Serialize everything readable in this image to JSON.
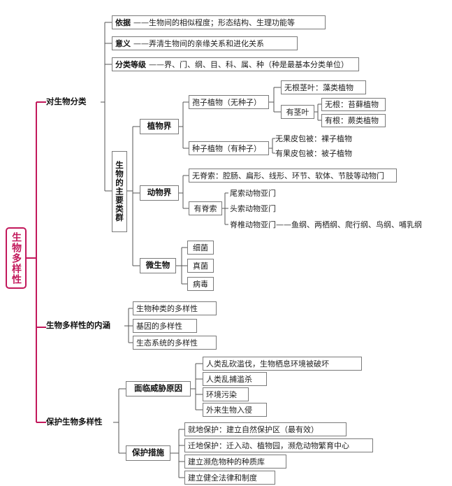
{
  "root": "生物多样性",
  "classification": {
    "label": "对生物分类",
    "basis": {
      "key": "依据",
      "text": "——生物间的相似程度；形态结构、生理功能等"
    },
    "meaning": {
      "key": "意义",
      "text": "——弄清生物间的亲缘关系和进化关系"
    },
    "levels": {
      "key": "分类等级",
      "text": "——界、门、纲、目、科、属、种（种是最基本分类单位）"
    },
    "main_groups": "生物的主要类群",
    "plants": {
      "label": "植物界",
      "spore": {
        "label": "孢子植物（无种子）",
        "no_stem_leaf": "无根茎叶：藻类植物",
        "has_stem_leaf": "有茎叶",
        "no_root": "无根：苔藓植物",
        "has_root": "有根：蕨类植物"
      },
      "seed": {
        "label": "种子植物（有种子）",
        "gymno": "无果皮包被：裸子植物",
        "angio": "有果皮包被：被子植物"
      }
    },
    "animals": {
      "label": "动物界",
      "invertebrate": "无脊索：腔肠、扁形、线形、环节、软体、节肢等动物门",
      "chordate": "有脊索",
      "uro": "尾索动物亚门",
      "cephalo": "头索动物亚门",
      "vertebrate": "脊椎动物亚门——鱼纲、两栖纲、爬行纲、鸟纲、哺乳纲"
    },
    "microbes": {
      "label": "微生物",
      "items": [
        "细菌",
        "真菌",
        "病毒"
      ]
    }
  },
  "connotation": {
    "label": "生物多样性的内涵",
    "items": [
      "生物种类的多样性",
      "基因的多样性",
      "生态系统的多样性"
    ]
  },
  "protection": {
    "label": "保护生物多样性",
    "threats": {
      "label": "面临威胁原因",
      "items": [
        "人类乱砍滥伐，生物栖息环境被破坏",
        "人类乱捕滥杀",
        "环境污染",
        "外来生物入侵"
      ]
    },
    "measures": {
      "label": "保护措施",
      "items": [
        "就地保护：建立自然保护区（最有效）",
        "迁地保护：迁入动、植物园，濒危动物繁育中心",
        "建立濒危物种的种质库",
        "建立健全法律和制度"
      ]
    }
  }
}
